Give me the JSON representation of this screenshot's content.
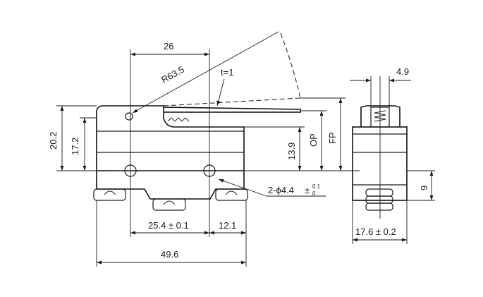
{
  "diagram": {
    "dimensions": {
      "lever_offset": "26",
      "lever_radius": "R63.5",
      "lever_thickness": "t=1",
      "total_height": "20.2",
      "body_height": "17.2",
      "op_height": "13.9",
      "op_label": "OP",
      "fp_label": "FP",
      "hole_pitch": "25.4",
      "hole_pitch_tolerance": "± 0.1",
      "terminal_spacing": "12.1",
      "overall_length": "49.6",
      "hole_spec": "2-ϕ4.4",
      "hole_tol_upper": "0.1",
      "hole_tol_lower": "0",
      "side_plunger_width": "4.9",
      "side_height": "9",
      "side_width": "17.6",
      "side_width_tolerance": "± 0.2"
    }
  }
}
